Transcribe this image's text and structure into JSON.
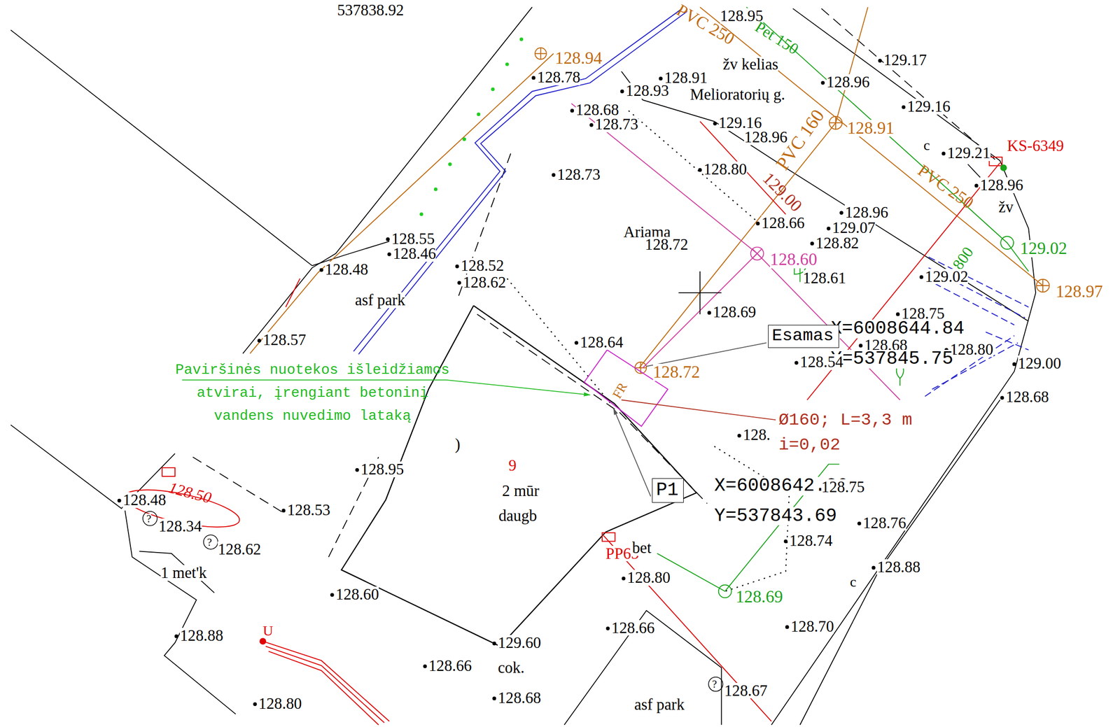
{
  "diagram": {
    "nodes": [
      {
        "text": [
          "Esamas"
        ]
      },
      {
        "text": [
          "P1"
        ]
      }
    ],
    "labels": [
      "537838.92",
      "128.95",
      "PVC 250",
      "Pet 150",
      "žv kelias",
      "129.17",
      "128.94",
      "128.78",
      "128.91",
      "128.96",
      "Melioratorių g.",
      "128.93",
      "129.16",
      "128.68",
      "128.73",
      "129.16",
      "128.91",
      "PVC 160",
      "128.96",
      "KS-6349",
      "c",
      "129.21",
      "128.80",
      "128.73",
      "128.96",
      "129.00",
      "PVC 250",
      "žv",
      "128.96",
      "129.07",
      "128.66",
      "Ariama",
      "128.55",
      "128.82",
      "128.72",
      "128.46",
      "129.02",
      "800",
      "128.60",
      "128.52",
      "128.48",
      "128.61",
      "129.02",
      "128.62",
      "128.97",
      "asf park",
      "128.69",
      "128.75",
      "X=6008644.84",
      "128.57",
      "128.64",
      "128.68",
      "128.80",
      "Y=537845.75",
      "129.00",
      "128.54",
      "Paviršinės nuotekos išleidžiamos atvirai, įrengiant betoninį vandens nuvedimo lataką",
      "128.72",
      "FR",
      "128.68",
      "Ø160; L=3,3 m",
      ")",
      "128.",
      "i=0,02",
      "9",
      "128.95",
      "X=6008642.26",
      "128.75",
      "2 mūr",
      "128.50",
      "128.48",
      "128.53",
      "Y=537843.69",
      "daugb",
      "128.76",
      "128.34",
      "128.74",
      "128.62",
      "PP65",
      "bet",
      "128.88",
      "1 met'k",
      "128.80",
      "c",
      "128.60",
      "128.69",
      "128.66",
      "128.70",
      "128.88",
      "U",
      "129.60",
      "128.66",
      "cok.",
      "?",
      "?",
      "?",
      "128.67",
      "128.68",
      "128.80",
      "asf park"
    ]
  }
}
